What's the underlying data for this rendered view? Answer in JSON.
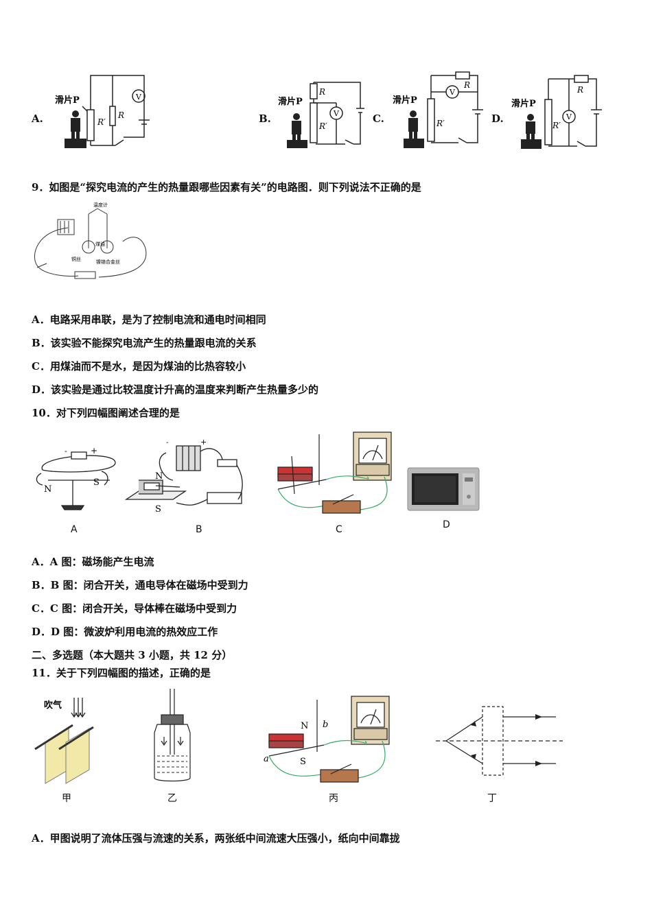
{
  "q8": {
    "options": [
      {
        "letter": "A.",
        "slider": "滑片P"
      },
      {
        "letter": "B.",
        "slider": "滑片P"
      },
      {
        "letter": "C.",
        "slider": "滑片P"
      },
      {
        "letter": "D.",
        "slider": "滑片P"
      }
    ],
    "labels": {
      "R": "R",
      "Rp": "R′",
      "V": "V"
    }
  },
  "q9": {
    "stem": "9．如图是“探究电流的产生的热量跟哪些因素有关”的电路图．则下列说法不正确的是",
    "fig": {
      "thermometer": "温度计",
      "kerosene": "煤油",
      "copper": "铜丝",
      "nichrome": "镍铬合金丝"
    },
    "options": [
      "A．电路采用串联，是为了控制电流和通电时间相同",
      "B．该实验不能探究电流产生的热量跟电流的关系",
      "C．用煤油而不是水，是因为煤油的比热容较小",
      "D．该实验是通过比较温度计升高的温度来判断产生热量多少的"
    ]
  },
  "q10": {
    "stem": "10．对下列四幅图阐述合理的是",
    "captions": [
      "A",
      "B",
      "C",
      "D"
    ],
    "options": [
      "A．A 图：磁场能产生电流",
      "B．B 图：闭合开关，通电导体在磁场中受到力",
      "C．C 图：闭合开关，导体棒在磁场中受到力",
      "D．D 图：微波炉利用电流的热效应工作"
    ]
  },
  "section2": "二、多选题（本大题共 3 小题，共 12 分）",
  "q11": {
    "stem": "11．关于下列四幅图的描述，正确的是",
    "blow": "吹气",
    "captions": [
      "甲",
      "乙",
      "丙",
      "丁"
    ],
    "options": [
      "A．甲图说明了流体压强与流速的关系，两张纸中间流速大压强小，纸向中间靠拢"
    ]
  }
}
